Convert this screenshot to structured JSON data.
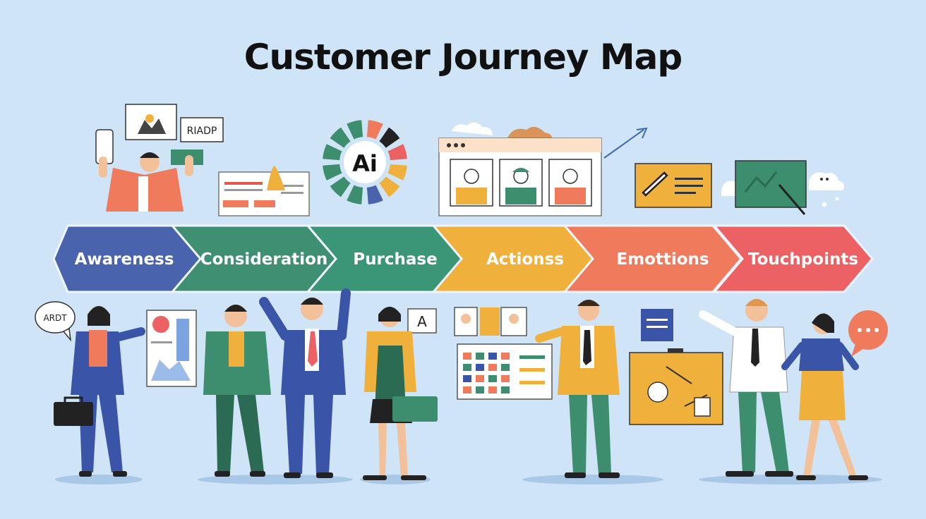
{
  "title": "Customer Journey Map",
  "stages": [
    {
      "label": "Awareness",
      "color": "#4a63ad"
    },
    {
      "label": "Consideration",
      "color": "#3f8f72"
    },
    {
      "label": "Purchase",
      "color": "#3a9677"
    },
    {
      "label": "Actionss",
      "color": "#f0b13c"
    },
    {
      "label": "Emottions",
      "color": "#f07a5c"
    },
    {
      "label": "Touchpoints",
      "color": "#ec6163"
    }
  ],
  "badges": {
    "riadp": "RIADP",
    "ai": "Ai",
    "ardt": "ARDT",
    "a_letter": "A"
  },
  "colors": {
    "background": "#cfe4f7",
    "navy": "#3a55a8",
    "green": "#3c8e6e",
    "yellow": "#f0b13c",
    "coral": "#f07a5c",
    "red": "#ec6163"
  }
}
